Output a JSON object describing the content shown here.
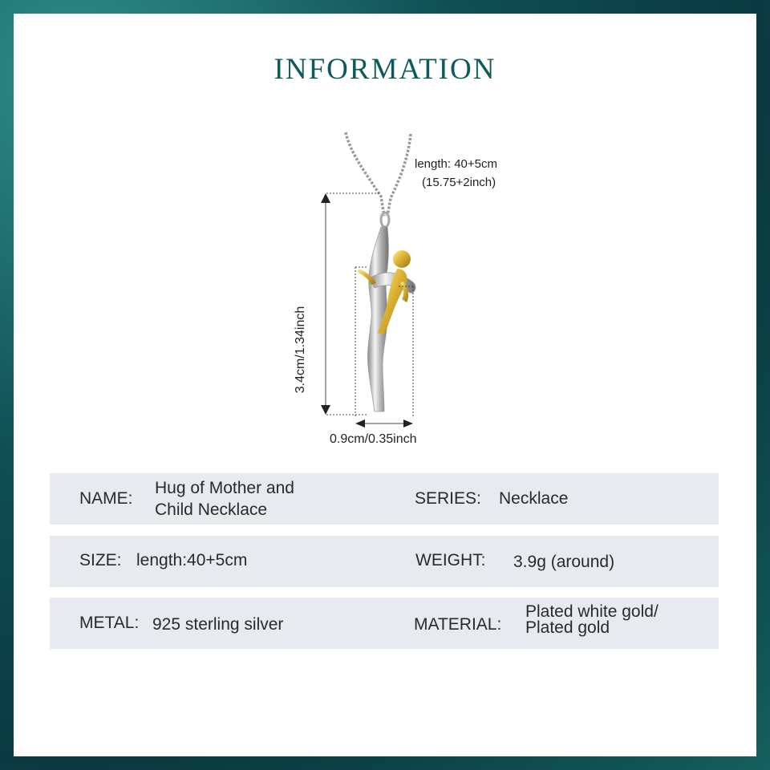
{
  "title": "INFORMATION",
  "dimensions": {
    "chain_length": "length: 40+5cm",
    "chain_length_inch": "(15.75+2inch)",
    "pendant_height": "3.4cm/1.34inch",
    "pendant_width": "0.9cm/0.35inch"
  },
  "specs": [
    {
      "label": "NAME:",
      "value_line1": "Hug of Mother and",
      "value_line2": "Child Necklace"
    },
    {
      "label": "SERIES:",
      "value": "Necklace"
    },
    {
      "label": "SIZE:",
      "value": "length:40+5cm"
    },
    {
      "label": "WEIGHT:",
      "value": "3.9g (around)"
    },
    {
      "label": "METAL:",
      "value": "925 sterling silver"
    },
    {
      "label": "MATERIAL:",
      "value_line1": "Plated white gold/",
      "value_line2": "Plated gold"
    }
  ],
  "colors": {
    "title": "#0e5a5a",
    "table_row_bg": "#e7ebef",
    "frame_bg": "#0f4e52"
  }
}
